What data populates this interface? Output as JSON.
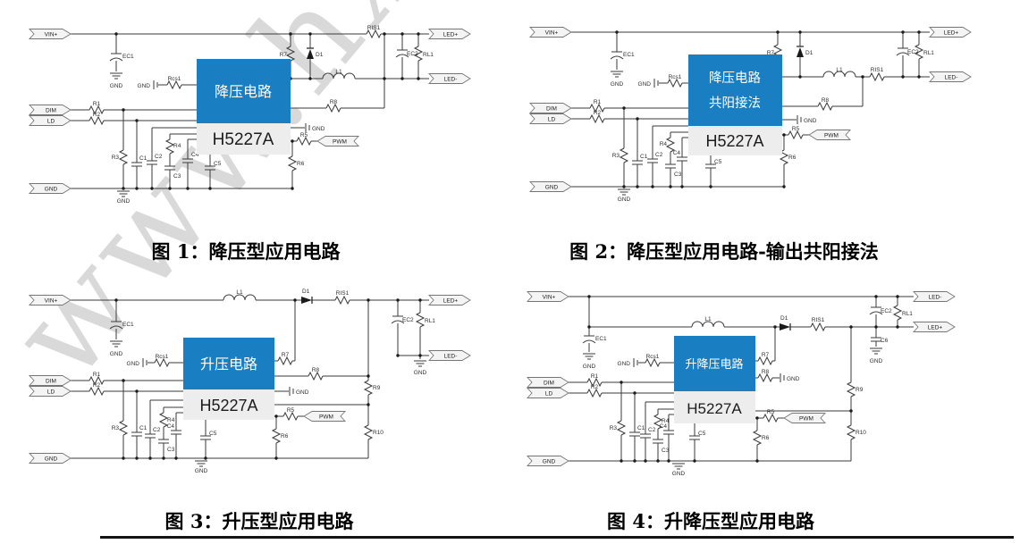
{
  "watermark": "www.hx",
  "colors": {
    "box_blue": "#1a7ec2",
    "chip_bg": "#ededed",
    "wire_gray": "#3a3a3a"
  },
  "sym": {
    "vin": "VIN+",
    "dim": "DIM",
    "ld": "LD",
    "gnd": "GND",
    "led_pos": "LED+",
    "led_neg": "LED-",
    "pwm": "PWM",
    "chip": "H5227A",
    "r1": "R1",
    "r2": "R2",
    "r3": "R3",
    "r4": "R4",
    "r5": "R5",
    "r6": "R6",
    "r7": "R7",
    "r8": "R8",
    "r9": "R9",
    "r10": "R10",
    "ris1": "RIS1",
    "rcs1": "Rcs1",
    "rl1": "RL1",
    "c1": "C1",
    "c2": "C2",
    "c3": "C3",
    "c4": "C4",
    "c5": "C5",
    "c6": "C6",
    "ec1": "EC1",
    "ec2": "EC2",
    "l1": "L1",
    "d1": "D1"
  },
  "figures": [
    {
      "caption": "图 1：降压型应用电路",
      "box_lines": [
        "降压电路"
      ]
    },
    {
      "caption": "图 2：降压型应用电路-输出共阳接法",
      "box_lines": [
        "降压电路",
        "共阳接法"
      ]
    },
    {
      "caption": "图 3：升压型应用电路",
      "box_lines": [
        "升压电路"
      ]
    },
    {
      "caption": "图 4：升降压型应用电路",
      "box_lines": [
        "升降压电路"
      ]
    }
  ]
}
